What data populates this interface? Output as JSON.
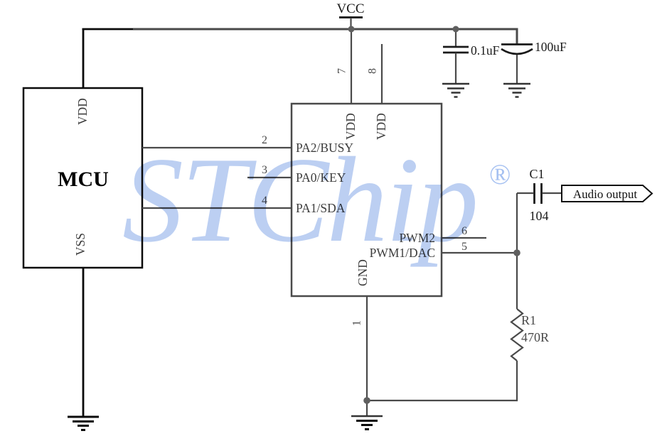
{
  "watermark": {
    "text": "STChip",
    "registered": "®",
    "color": "#b6cbf1"
  },
  "power": {
    "vcc_label": "VCC"
  },
  "mcu": {
    "title": "MCU",
    "pin_top": "VDD",
    "pin_bottom": "VSS"
  },
  "chip": {
    "top_pins": [
      {
        "number": "7",
        "label": "VDD"
      },
      {
        "number": "8",
        "label": "VDD"
      }
    ],
    "left_pins": [
      {
        "number": "2",
        "label": "PA2/BUSY"
      },
      {
        "number": "3",
        "label": "PA0/KEY"
      },
      {
        "number": "4",
        "label": "PA1/SDA"
      }
    ],
    "right_pins": [
      {
        "number": "6",
        "label": "PWM2"
      },
      {
        "number": "5",
        "label": "PWM1/DAC"
      }
    ],
    "bottom_pins": [
      {
        "number": "1",
        "label": "GND"
      }
    ]
  },
  "components": {
    "bypass_cap": {
      "value": "0.1uF"
    },
    "bulk_cap": {
      "value": "100uF"
    },
    "coupling_cap": {
      "ref": "C1",
      "value": "104"
    },
    "resistor": {
      "ref": "R1",
      "value": "470R"
    }
  },
  "output_flag": {
    "label": "Audio output"
  },
  "colors": {
    "wire_gray": "#4a4a4a",
    "wire_black": "#0a0a0a",
    "watermark_blue": "#b6cbf1",
    "text_gray": "#3d3d3d"
  }
}
